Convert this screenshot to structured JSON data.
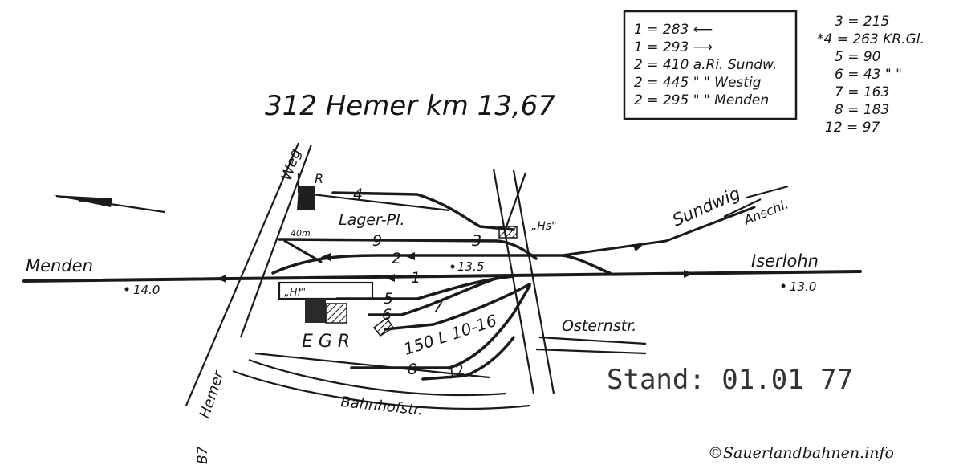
{
  "title": "312 Hemer km 13,67",
  "stand": "Stand: 01.01 77",
  "copyright": "©Sauerlandbahnen.info",
  "legend_boxed": [
    "1 = 283 ⟵",
    "1 = 293 ⟶",
    "2 = 410 a.Ri. Sundw.",
    "2 = 445 \" \" Westig",
    "2 = 295 \" \" Menden"
  ],
  "legend_free": [
    "3 = 215",
    "*4 = 263 KR.Gl.",
    "5 = 90",
    "6 = 43  \"   \"",
    "7 = 163",
    "8 = 183",
    "12 = 97"
  ],
  "places": {
    "menden": "Menden",
    "iserlohn": "Iserlohn",
    "sundwig": "Sundwig",
    "anschl": "Anschl.",
    "weg": "Weg",
    "lager": "Lager-Pl.",
    "osternstr": "Osternstr.",
    "bahnhofstr": "Bahnhofstr.",
    "hemer": "Hemer",
    "b7": "B7",
    "hf": "„Hf\"",
    "hs": "„Hs\"",
    "r_top": "R",
    "egr": "E  G  R",
    "platform": "150 L 10-16"
  },
  "km_marks": {
    "km14": "14.0",
    "km135": "13.5",
    "km13": "13.0"
  },
  "track_numbers": {
    "t1": "1",
    "t2": "2",
    "t3": "3",
    "t4": "4",
    "t5": "5",
    "t6": "6",
    "t7": "7",
    "t8": "8",
    "t9": "9",
    "t12": "12",
    "len40": "40m"
  }
}
